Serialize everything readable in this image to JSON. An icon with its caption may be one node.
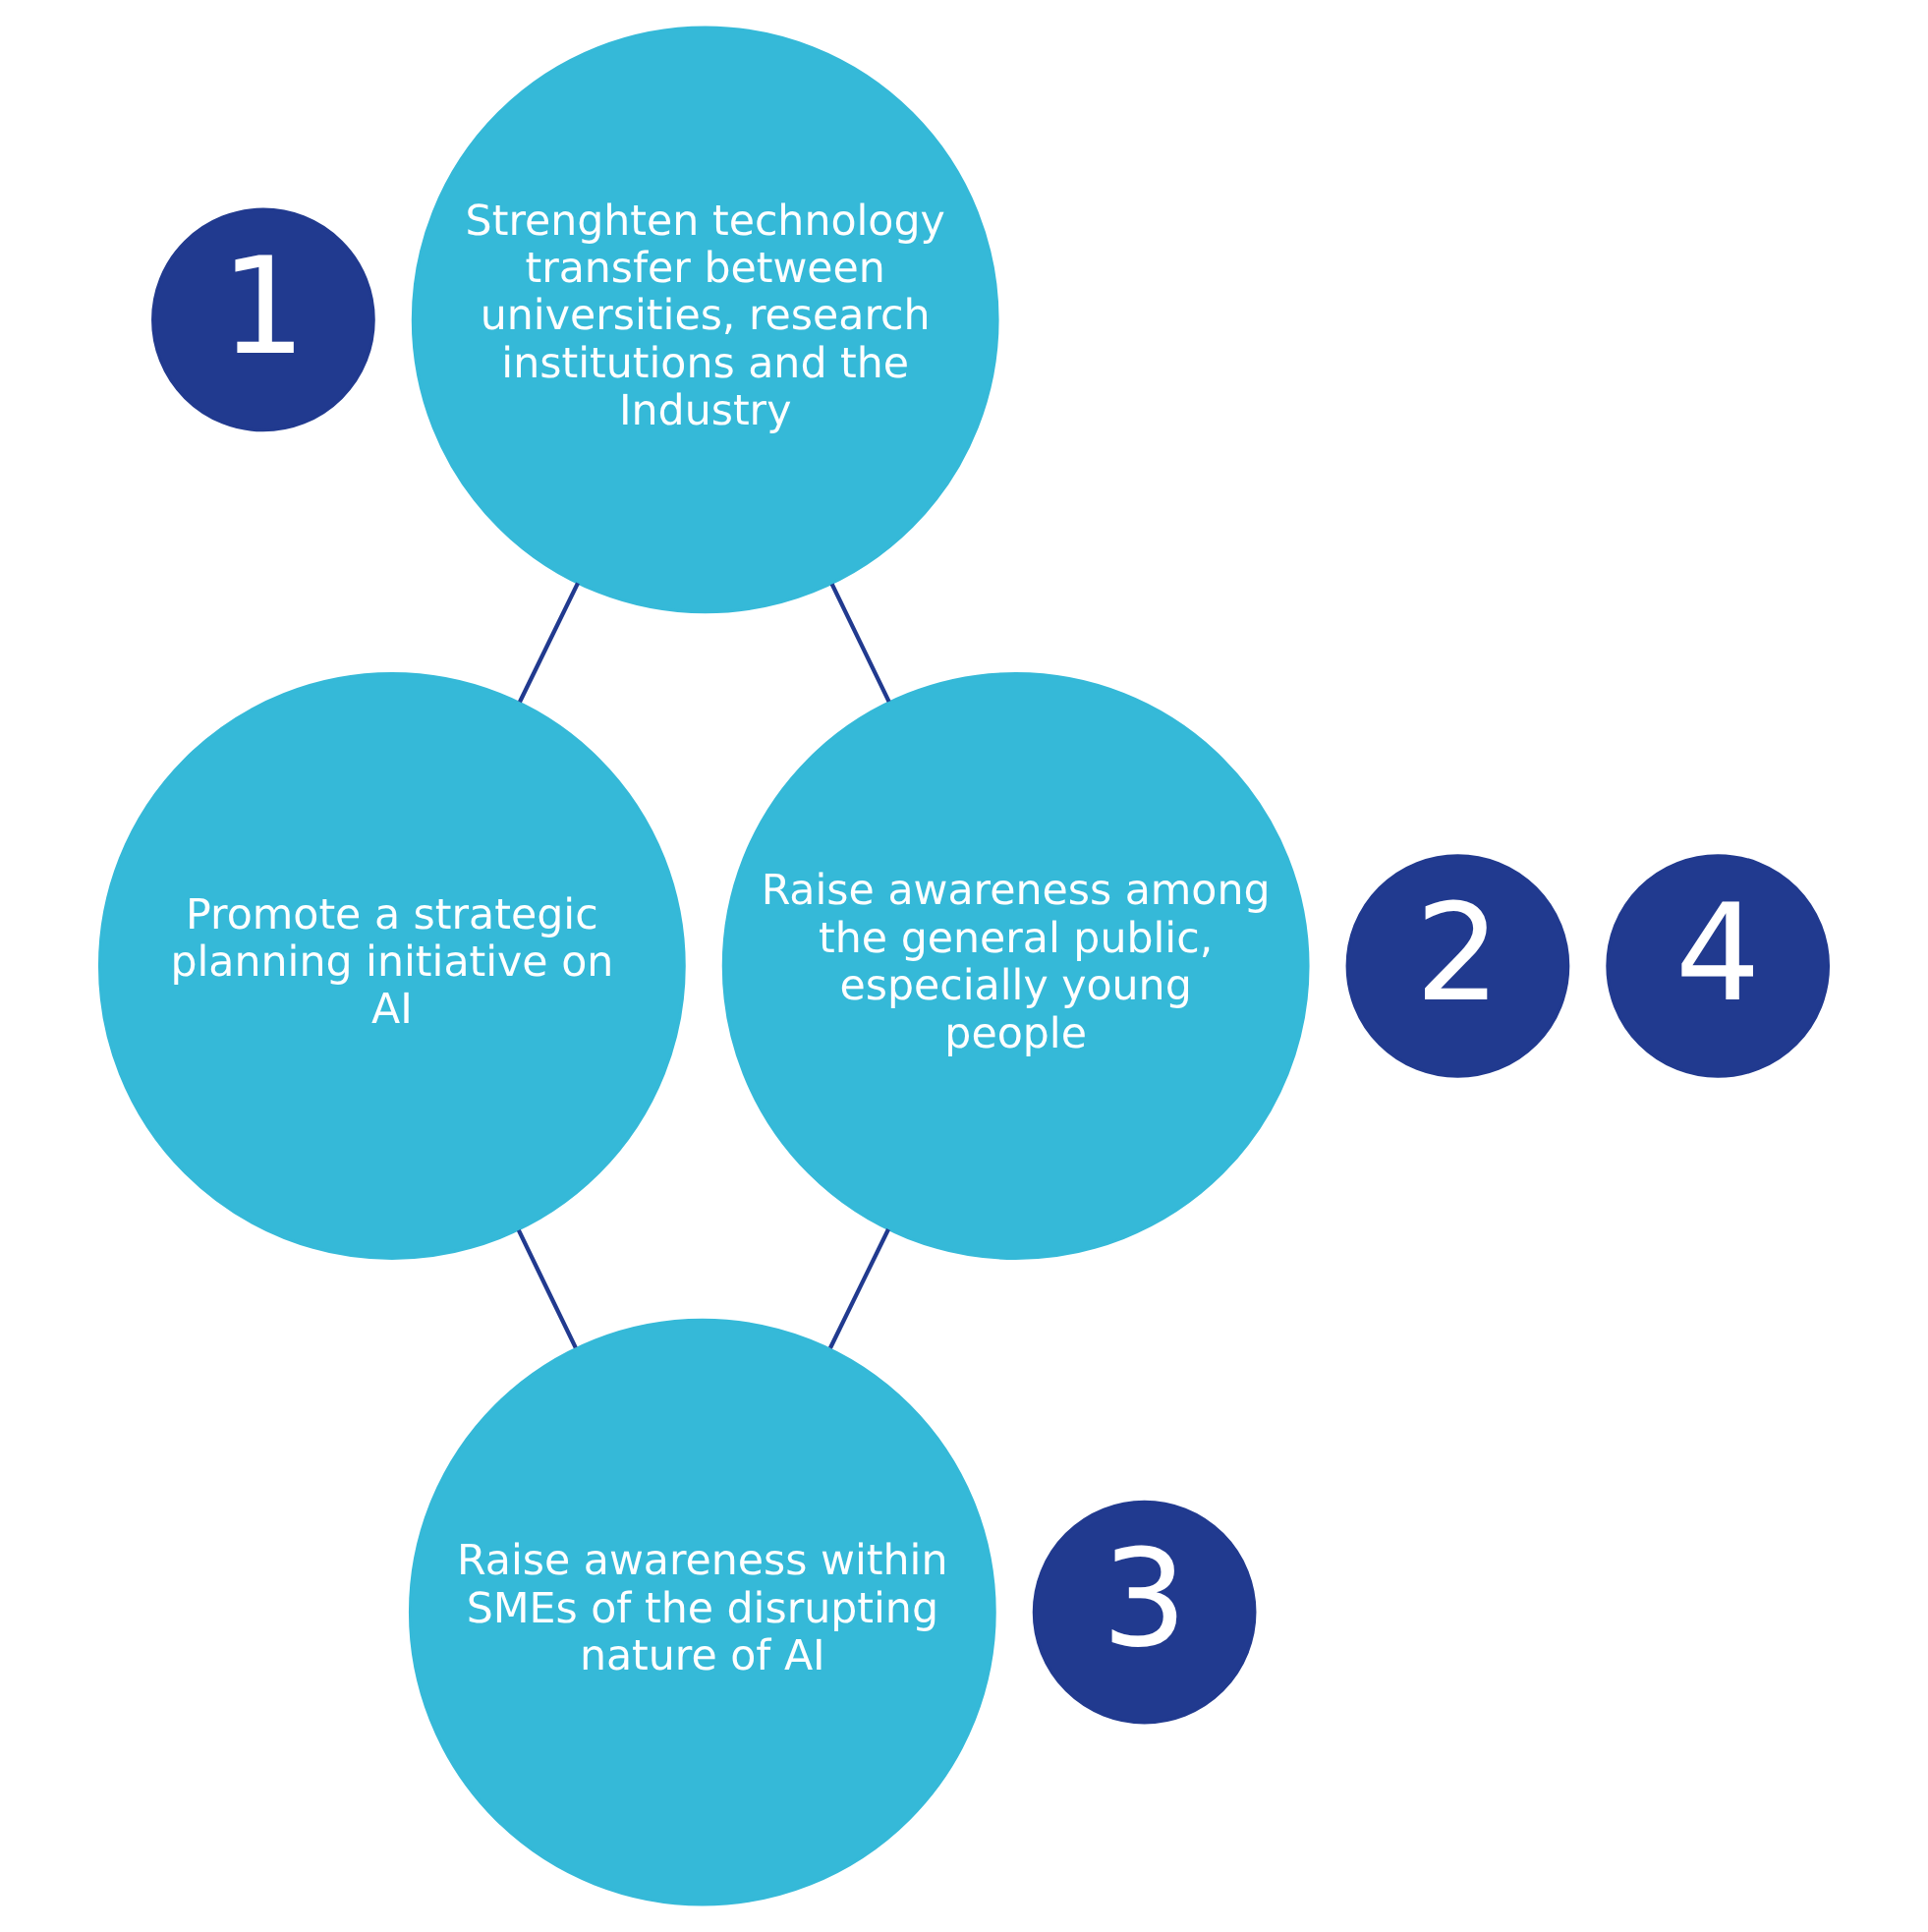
{
  "diagram": {
    "nodes": [
      {
        "text": [
          "1"
        ]
      },
      {
        "text": [
          "Strenghten technology transfer between universities, research institutions and the Industry"
        ]
      },
      {
        "text": [
          "2"
        ]
      },
      {
        "text": [
          "Promote a strategic planning initiative on AI"
        ]
      },
      {
        "text": [
          "3"
        ]
      },
      {
        "text": [
          "Raise awareness within SMEs of the disrupting nature of AI"
        ]
      },
      {
        "text": [
          "4"
        ]
      },
      {
        "text": [
          "Raise awareness among the general public, especially young people"
        ]
      }
    ],
    "edges": [
      {
        "from": 1,
        "to": 7,
        "arrow": "none"
      },
      {
        "from": 1,
        "to": 3,
        "arrow": "none"
      },
      {
        "from": 3,
        "to": 5,
        "arrow": "none"
      },
      {
        "from": 7,
        "to": 5,
        "arrow": "none"
      }
    ]
  }
}
